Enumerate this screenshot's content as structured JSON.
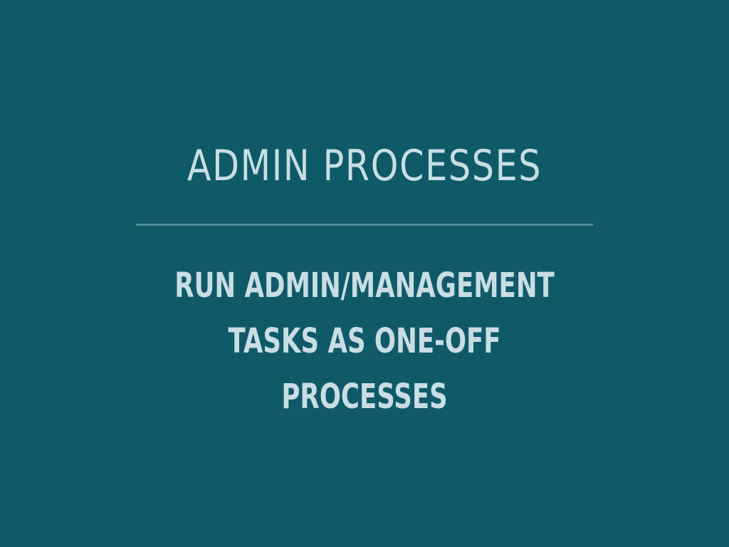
{
  "slide": {
    "title": "ADMIN PROCESSES",
    "subtitle_lines": [
      "RUN ADMIN/MANAGEMENT",
      "TASKS AS ONE-OFF",
      "PROCESSES"
    ]
  },
  "colors": {
    "background": "#0e5a68",
    "text": "#c9dde3",
    "rule": "#4f8e9a"
  }
}
